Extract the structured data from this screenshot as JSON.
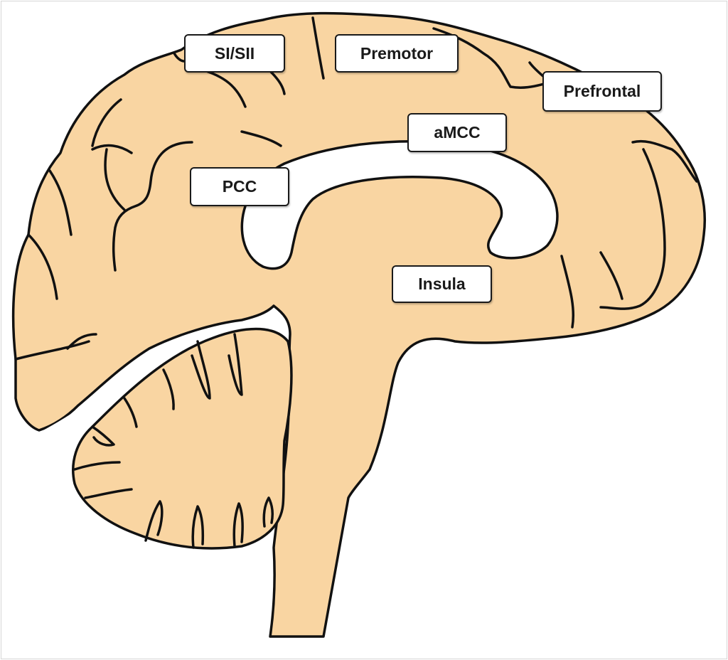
{
  "colors": {
    "tissue": "#f9d5a2",
    "outline": "#111111",
    "background": "#ffffff"
  },
  "labels": {
    "si_sii": "SI/SII",
    "premotor": "Premotor",
    "prefrontal": "Prefrontal",
    "amcc": "aMCC",
    "pcc": "PCC",
    "insula": "Insula"
  }
}
